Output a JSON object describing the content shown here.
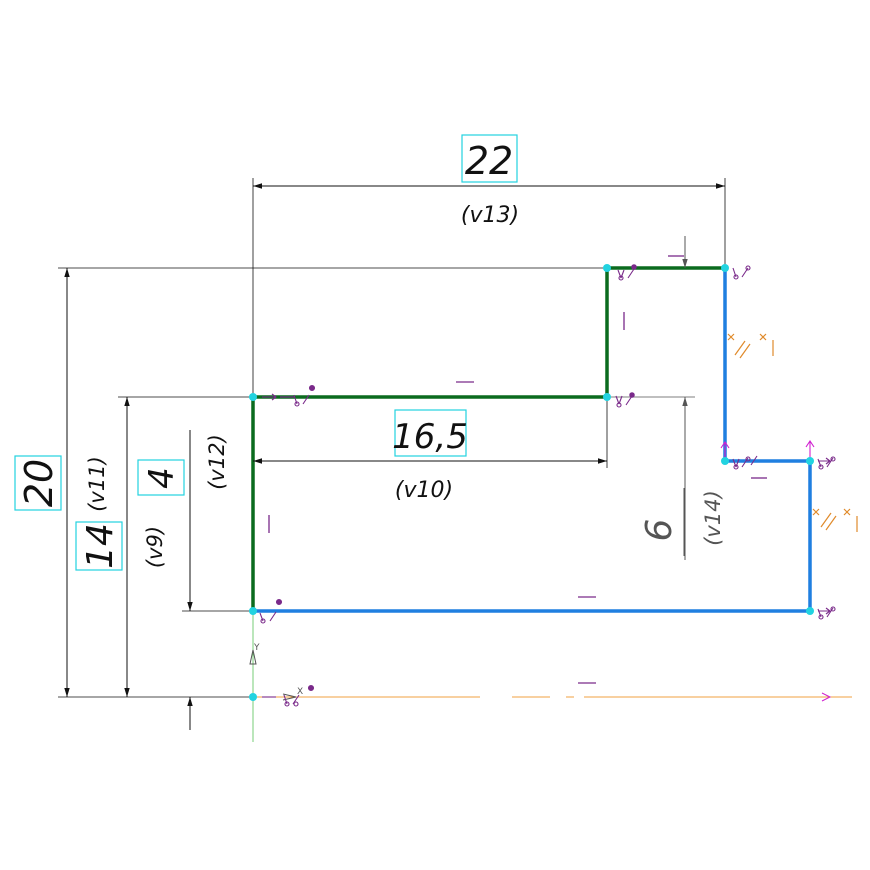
{
  "colors": {
    "background": "#ffffff",
    "profile_green": "#0b6b1e",
    "profile_blue": "#1f7fe0",
    "dimension_line": "#111111",
    "grey_line": "#555555",
    "axis_orange": "#f0a040",
    "axis_green": "#77cc77",
    "point_cyan": "#22d3e0",
    "box_cyan": "#22d3e0",
    "constraint_purple": "#7a2a8a",
    "constraint_orange": "#e08a2a",
    "magenta": "#d020d0"
  },
  "dimensions": {
    "top_width": {
      "value": "22",
      "variable": "(v13)"
    },
    "inner_width": {
      "value": "16,5",
      "variable": "(v10)"
    },
    "total_height": {
      "value": "20",
      "variable": "(v11)"
    },
    "mid_height": {
      "value": "14",
      "variable": "(v9)"
    },
    "bottom_height": {
      "value": "4",
      "variable": "(v12)"
    },
    "step_height": {
      "value": "6",
      "variable": "(v14)"
    }
  },
  "axes": {
    "x_label": "X",
    "y_label": "Y"
  },
  "icons": [
    "coincident-constraint-icon",
    "horizontal-constraint-icon",
    "vertical-constraint-icon",
    "parallel-constraint-icon",
    "origin-icon"
  ]
}
